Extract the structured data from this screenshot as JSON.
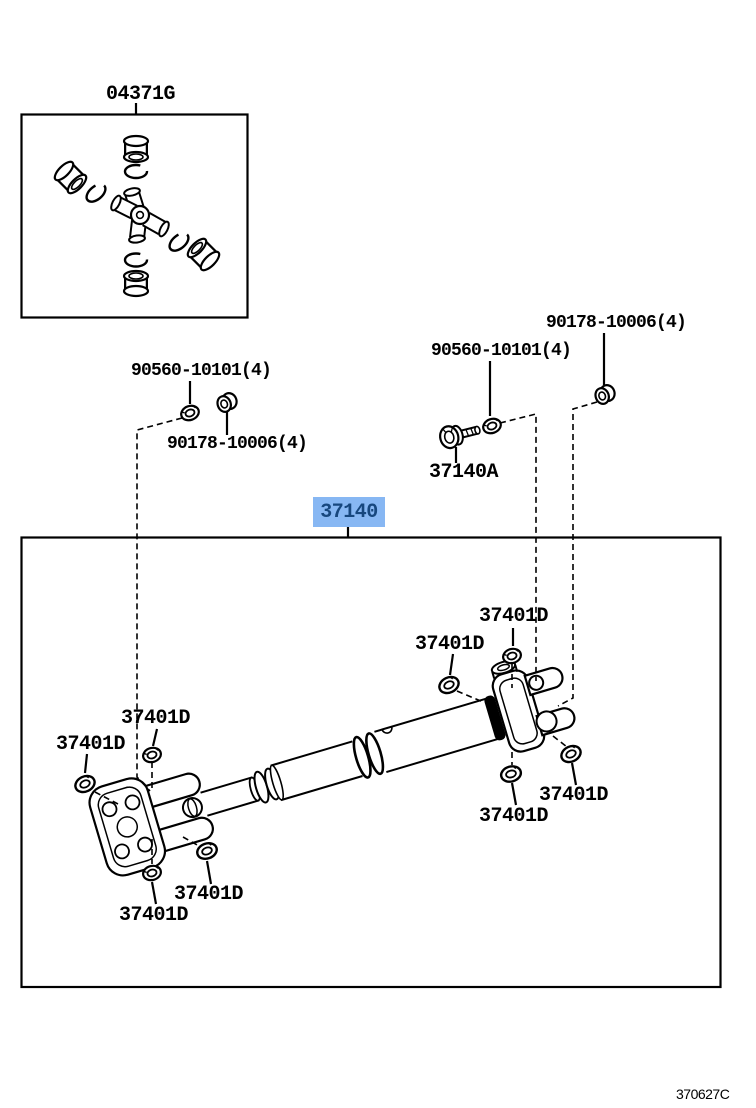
{
  "diagram_code": "370627C",
  "colors": {
    "line": "#000000",
    "background": "#ffffff",
    "highlight_bg": "#87b7f3",
    "highlight_text": "#17477e"
  },
  "parts": {
    "spider_kit": "04371G",
    "nut_a_left": "90560-10101(4)",
    "nut_b_left": "90178-10006(4)",
    "nut_a_right": "90560-10101(4)",
    "nut_b_right": "90178-10006(4)",
    "bolt": "37140A",
    "propeller_shaft": "37140",
    "fasteners": [
      "37401D",
      "37401D",
      "37401D",
      "37401D",
      "37401D",
      "37401D",
      "37401D",
      "37401D"
    ]
  }
}
